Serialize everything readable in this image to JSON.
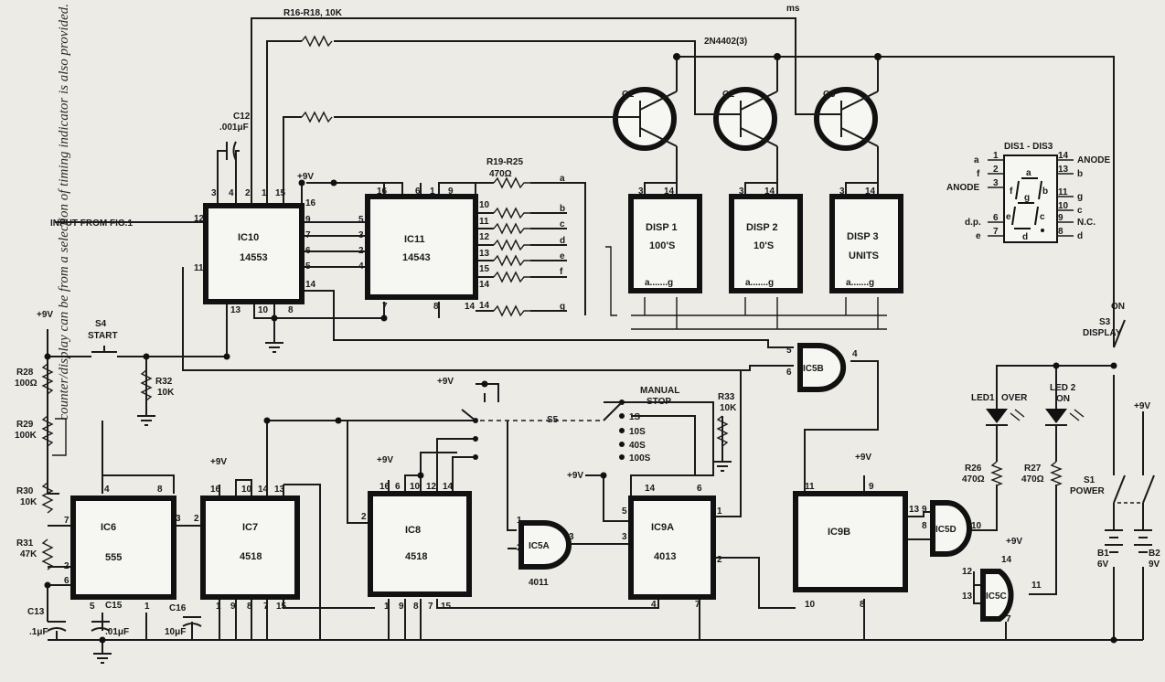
{
  "caption": "counter/display can be from a selection of timing indicator is also provided.",
  "top_fragment": "ms",
  "transistor_label": "2N4402(3)",
  "ics": [
    {
      "id": "ic10",
      "name": "IC10",
      "part": "14553"
    },
    {
      "id": "ic11",
      "name": "IC11",
      "part": "14543"
    },
    {
      "id": "ic6",
      "name": "IC6",
      "part": "555"
    },
    {
      "id": "ic7",
      "name": "IC7",
      "part": "4518"
    },
    {
      "id": "ic8",
      "name": "IC8",
      "part": "4518"
    },
    {
      "id": "ic9a",
      "name": "IC9A",
      "part": "4013"
    },
    {
      "id": "ic9b",
      "name": "IC9B",
      "part": ""
    }
  ],
  "displays": [
    {
      "name": "DISP 1",
      "digit": "100'S",
      "seg": "a.......g"
    },
    {
      "name": "DISP 2",
      "digit": "10'S",
      "seg": "a.......g"
    },
    {
      "name": "DISP 3",
      "digit": "UNITS",
      "seg": "a.......g"
    }
  ],
  "gates": {
    "ic5a": "IC5A",
    "ic5a_part": "4011",
    "ic5b": "IC5B",
    "ic5c": "IC5C",
    "ic5d": "IC5D"
  },
  "transistors": [
    "Q1",
    "Q2",
    "Q3"
  ],
  "resistors": {
    "r16_r18": "R16-R18, 10K",
    "r19_r25": "R19-R25",
    "r19_r25_val": "470Ω",
    "r28": "R28",
    "r28_val": "100Ω",
    "r29": "R29",
    "r29_val": "100K",
    "r30": "R30",
    "r30_val": "10K",
    "r31": "R31",
    "r31_val": "47K",
    "r32": "R32",
    "r32_val": "10K",
    "r33": "R33",
    "r33_val": "10K",
    "r26": "R26",
    "r26_val": "470Ω",
    "r27": "R27",
    "r27_val": "470Ω"
  },
  "capacitors": {
    "c12": "C12",
    "c12_val": ".001μF",
    "c13": "C13",
    "c13_val": ".1μF",
    "c15": "C15",
    "c15_val": ".01μF",
    "c16": "C16",
    "c16_val": "10μF"
  },
  "labels": {
    "input": "INPUT FROM FIG.1",
    "plus9v": "+9V",
    "s4": "S4",
    "start": "START",
    "manual_stop_1": "MANUAL",
    "manual_stop_2": "STOP",
    "s5": "S5",
    "ranges": [
      "1S",
      "10S",
      "40S",
      "100S"
    ],
    "led1": "LED1",
    "over": "OVER",
    "led2": "LED 2",
    "on": "ON",
    "s3": "S3",
    "display": "DISPLAY",
    "s3_on": "ON",
    "s1": "S1",
    "power": "POWER",
    "b1": "B1",
    "b1_val": "6V",
    "b2": "B2",
    "b2_val": "9V"
  },
  "pinout": {
    "title": "DIS1 - DIS3",
    "seg_letters": [
      "a",
      "b",
      "c",
      "d",
      "e",
      "f",
      "g"
    ],
    "left_labels": [
      "a",
      "f",
      "ANODE",
      "",
      "d.p.",
      "e"
    ],
    "left_pins": [
      "1",
      "2",
      "3",
      "",
      "6",
      "7"
    ],
    "right_pins": [
      "14",
      "13",
      "11",
      "10",
      "9",
      "8"
    ],
    "right_labels": [
      "ANODE",
      "b",
      "g",
      "c",
      "N.C.",
      "d"
    ]
  }
}
